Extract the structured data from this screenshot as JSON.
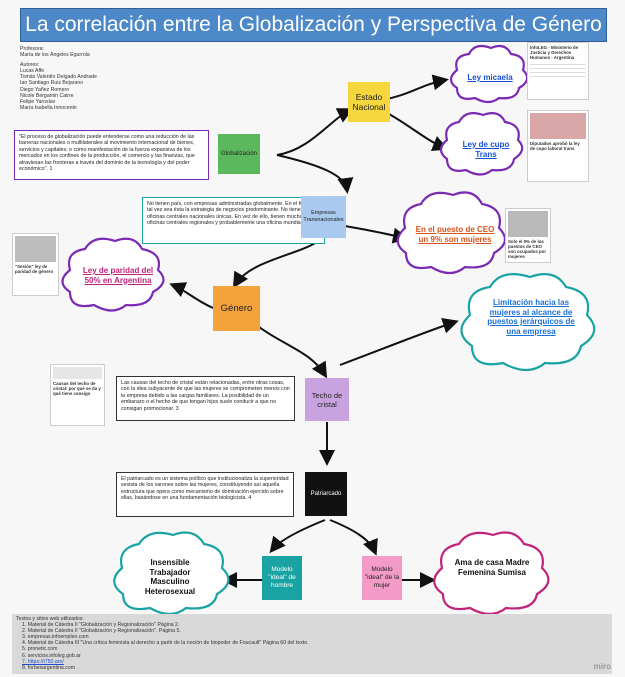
{
  "title": "La correlación entre la Globalización y Perspectiva de Género",
  "credits": {
    "professor_label": "Profesora:",
    "professor": "María de los Ángeles Egurrola",
    "authors_label": "Autores:",
    "authors": [
      "Lucas Affe",
      "Tomás Valentín Delgado Andrade",
      "Ian Santiago Ruiz Bejarano",
      "Diego Yañez Romero",
      "Nicole Bergamin Cairre",
      "Felipe Yaroslav",
      "María Isabella Innocente"
    ]
  },
  "notes": {
    "globalizacion": "\"El proceso de globalización puede entenderse como una reducción de las barreras nacionales o multilaterales al movimiento internacional de bienes, servicios y capitales; o como manifestación de la fuerza expansiva de los mercados en los confines de la producción, el comercio y las finanzas, que atraviesan las fronteras a través del dominio de la tecnología y del poder económico\". 1",
    "empresas": "No tienen país, con empresas administradas globalmente. En el futuro, tal vez sea ésta la estrategia de negocios predominante. No tienen oficinas centrales nacionales únicas. En vez de ello, tienen muchas oficinas centrales regionales y probablemente una oficina mundial. 2",
    "techo": "Las causas del techo de cristal están relacionadas, entre otras cosas, con la idea subyacente de que las mujeres se comprometen menos con la empresa debido a las cargas familiares. La posibilidad de un embarazo o el hecho de que tengan hijos suele conducir a que no consigan promocionar. 3",
    "patriarcado": "El patriarcado es un sistema político que institucionaliza la superioridad sexista de los varones sobre las mujeres, constituyendo así aquella estructura que opera como mecanismo de dominación ejercido sobre ellas, basándose en una fundamentación biologicista. 4"
  },
  "stickies": {
    "globalizacion": "Globalización",
    "estado": "Estado Nacional",
    "empresas": "Empresas Transnacionales",
    "genero": "Género",
    "techo": "Techo de cristal",
    "patriarcado": "Patriarcado",
    "modelo_hombre": "Modelo \"ideal\" de hombre",
    "modelo_mujer": "Modelo \"ideal\" de la mujer"
  },
  "clouds": {
    "micaela": "Ley micaela",
    "cupo": "Ley de cupo Trans",
    "ceo": "En el puesto de CEO un 9% son mujeres",
    "paridad": "Ley de paridad del 50% en Argentina",
    "limitacion": "Limitación hacia las mujeres al alcance de puestos jerárquicos de una empresa",
    "hombre": "Insensible Trabajador Masculino Heterosexual",
    "mujer": "Ama de casa Madre Femenina Sumisa"
  },
  "thumbs": {
    "t1_title": "InfoLEG - Ministerio de Justicia y Derechos Humanos - Argentina",
    "t2_title": "Diputados aprobó la ley de cupo laboral trans",
    "t3_title": "Solo el 9% de los puestos de CEO son ocupados por mujeres",
    "t4_title": "\"Sesión\" ley de paridad de género",
    "t5_title": "Causas del techo de cristal: por qué se da y qué tiene consigo"
  },
  "refs": {
    "heading": "Textos y sitios web utilizados:",
    "items": [
      "1. Material de Cátedra II \"Globalización y Regionalización\" Página 2.",
      "2. Material de Cátedra II \"Globalización y Regionalización\". Página 5.",
      "3. empresas.infoempleo.com",
      "4. Material de Cátedra III \"Una crítica feminista al derecho a partir de la noción de biopoder de Foucault\" Página 60 del texto.",
      "5. pronetic.com",
      "6. servicios.infoleg.gob.ar",
      "7. https://t750.arn/",
      "8. forbesargentina.com"
    ]
  },
  "watermark": "miro",
  "colors": {
    "title_bg": "#4d88c8",
    "purple": "#7b2bb3",
    "magenta": "#c0237a",
    "teal": "#1aa3a3",
    "green_sticky": "#5cb85c",
    "yellow_sticky": "#f5d63d",
    "blue_sticky": "#a9c9ef",
    "orange_sticky": "#f4a23c",
    "lilac_sticky": "#c9a3df",
    "black_sticky": "#111111",
    "pink_sticky": "#f39bc6"
  }
}
